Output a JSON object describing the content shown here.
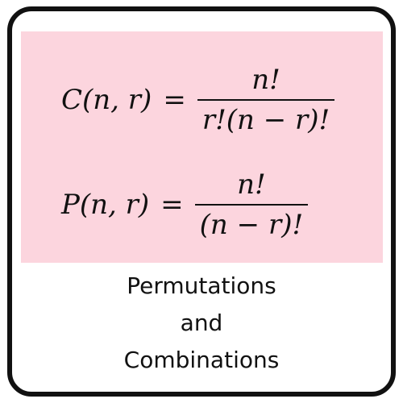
{
  "formulas": {
    "combination": {
      "lhs": "C(n, r)",
      "equals": "=",
      "numerator": "n!",
      "denominator": "r!(n − r)!"
    },
    "permutation": {
      "lhs": "P(n, r)",
      "equals": "=",
      "numerator": "n!",
      "denominator": "(n − r)!"
    }
  },
  "caption": {
    "line1": "Permutations",
    "line2": "and",
    "line3": "Combinations"
  },
  "colors": {
    "panel_background": "#fcd5de",
    "border": "#111111"
  }
}
